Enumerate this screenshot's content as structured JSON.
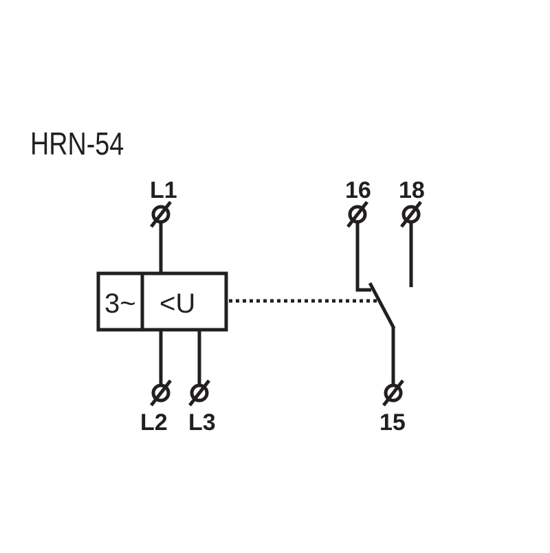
{
  "title": "HRN-54",
  "function_box": {
    "phase_label": "3~",
    "function_label": "<U"
  },
  "terminals": {
    "l1": "L1",
    "l2": "L2",
    "l3": "L3",
    "t16": "16",
    "t18": "18",
    "t15": "15"
  },
  "colors": {
    "ink": "#231f20",
    "background": "#ffffff"
  }
}
